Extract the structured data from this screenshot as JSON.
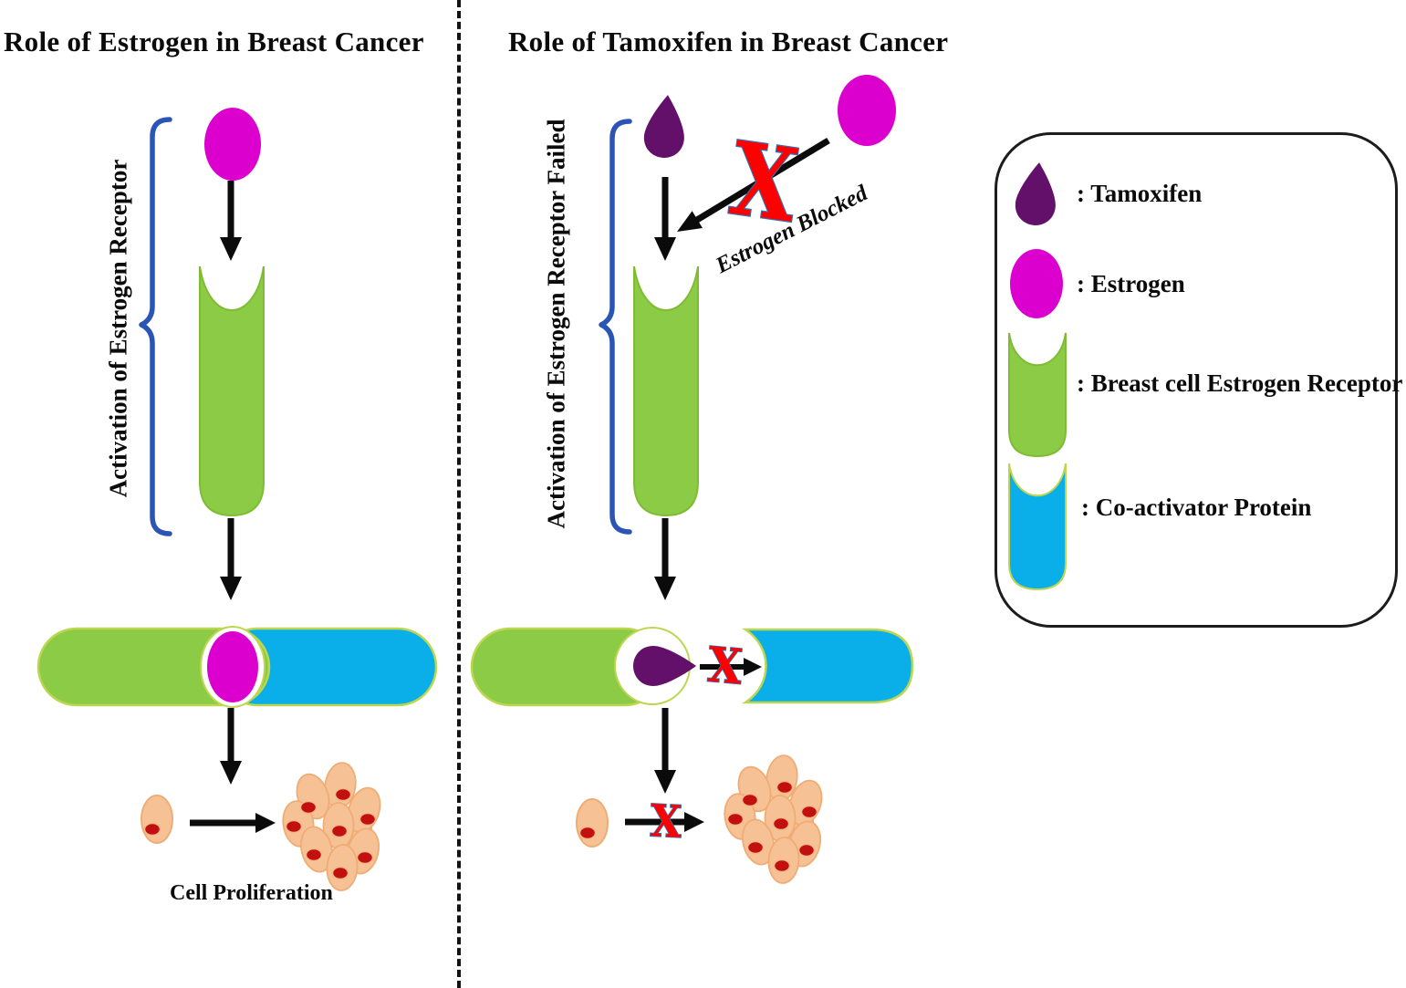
{
  "left_panel": {
    "title": "Role of Estrogen in Breast Cancer",
    "brace_label": "Activation of Estrogen Receptor",
    "caption": "Cell Proliferation"
  },
  "right_panel": {
    "title": "Role of Tamoxifen in Breast Cancer",
    "brace_label": "Activation of Estrogen Receptor Failed",
    "blocked_label": "Estrogen Blocked"
  },
  "legend": {
    "items": [
      {
        "icon": "tamoxifen-drop-icon",
        "label": ": Tamoxifen",
        "color": "#63106A"
      },
      {
        "icon": "estrogen-ellipse-icon",
        "label": ": Estrogen",
        "color": "#DC00CE"
      },
      {
        "icon": "estrogen-receptor-icon",
        "label": ": Breast cell Estrogen Receptor",
        "color": "#8CCB45"
      },
      {
        "icon": "coactivator-protein-icon",
        "label": ": Co-activator Protein",
        "color": "#0AAEE8"
      }
    ]
  },
  "colors": {
    "green": "#8CCB45",
    "green-stroke": "#7FBC34",
    "pill-stroke": "#BCD74F",
    "blue": "#0AAEE8",
    "magenta": "#DC00CE",
    "purple": "#63106A",
    "brace": "#2B55B5",
    "red": "#FE0000",
    "red-stroke": "#2E75B6",
    "cell": "#F6C295",
    "cell-stroke": "#EFAC74",
    "nucleus": "#C21010",
    "ink": "#111111"
  }
}
